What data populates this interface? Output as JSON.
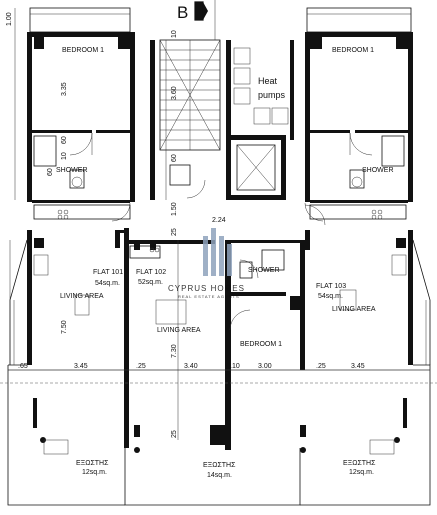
{
  "section_marker": "B",
  "rooms": {
    "bedroom_left": "BEDROOM 1",
    "bedroom_right": "BEDROOM 1",
    "heat_pumps_1": "Heat",
    "heat_pumps_2": "pumps",
    "shower_left": "SHOWER",
    "shower_right": "SHOWER",
    "shower_center": "SHOWER",
    "flat_101": "FLAT 101",
    "flat_101_area": "54sq.m.",
    "living_left": "LIVING AREA",
    "flat_102": "FLAT 102",
    "flat_102_area": "52sq.m.",
    "living_center": "LIVING AREA",
    "bedroom_center": "BEDROOM 1",
    "flat_103": "FLAT 103",
    "flat_103_area": "54sq.m.",
    "living_right": "LIVING AREA",
    "veranda_left": "ΕΞΩΣΤΗΣ",
    "veranda_left_area": "12sq.m.",
    "veranda_center": "ΕΞΩΣΤΗΣ",
    "veranda_center_area": "14sq.m.",
    "veranda_right": "ΕΞΩΣΤΗΣ",
    "veranda_right_area": "12sq.m."
  },
  "dimensions": {
    "d_100": "1.00",
    "d_10_top": "10",
    "d_335": "3.35",
    "d_360": "3.60",
    "d_60": "60",
    "d_10_a": "10",
    "d_60_b": "60",
    "d_60_c": "60",
    "d_25": "25",
    "d_150": "1.50",
    "d_224": "2.24",
    "d_750": "7.50",
    "d_730": "7.30",
    "d_65": ".65",
    "d_345_left": "3.45",
    "d_25_a": ".25",
    "d_340": "3.40",
    "d_10_b": ".10",
    "d_300": "3.00",
    "d_25_b": ".25",
    "d_345_right": "3.45",
    "d_25_bottom": "25"
  },
  "watermark": {
    "name": "CYPRUS HOMES",
    "sub": "REAL ESTATE AGENTS"
  }
}
